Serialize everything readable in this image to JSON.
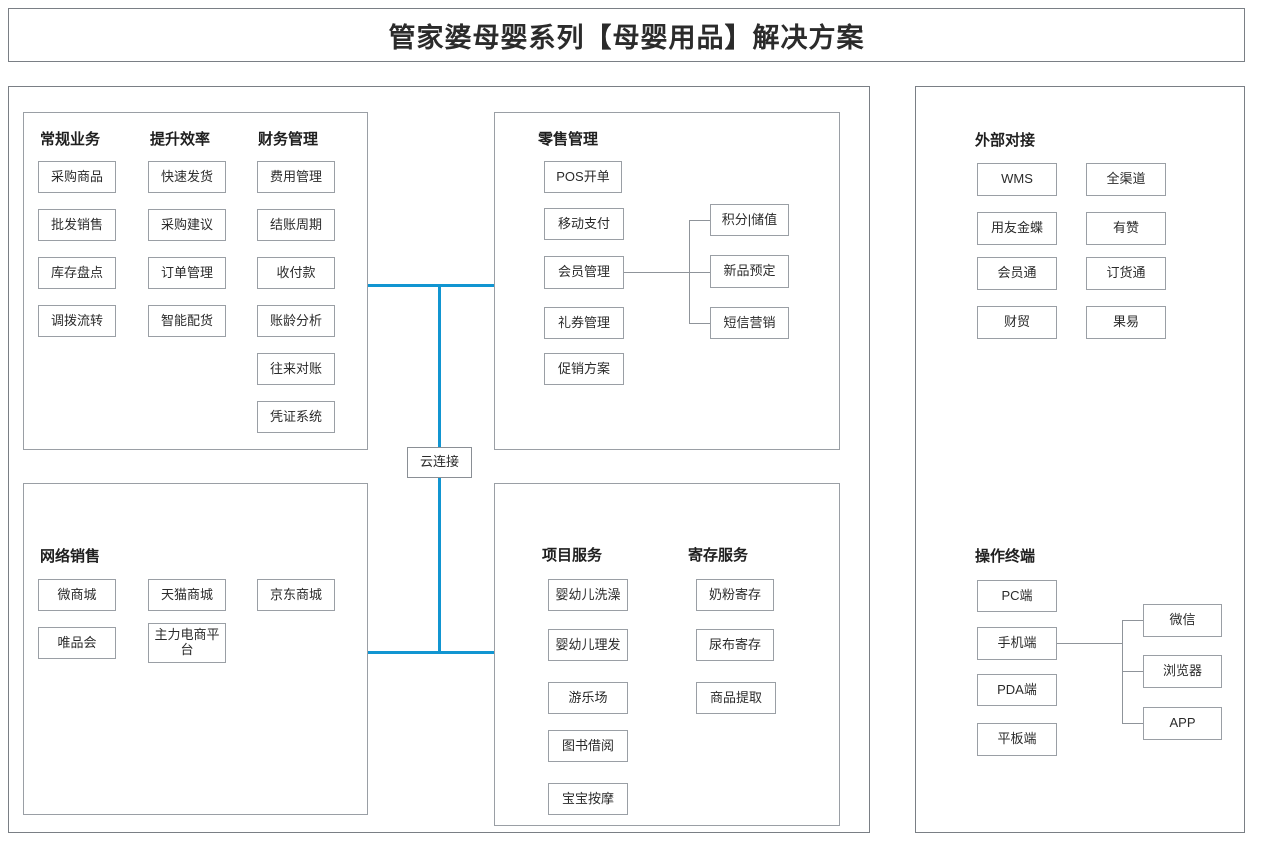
{
  "header": {
    "title": "管家婆母婴系列【母婴用品】解决方案"
  },
  "cloud": {
    "label": "云连接",
    "accent_color": "#1195d1"
  },
  "left_container": {
    "top_panel": {
      "columns": [
        {
          "title": "常规业务",
          "items": [
            "采购商品",
            "批发销售",
            "库存盘点",
            "调拨流转"
          ]
        },
        {
          "title": "提升效率",
          "items": [
            "快速发货",
            "采购建议",
            "订单管理",
            "智能配货"
          ]
        },
        {
          "title": "财务管理",
          "items": [
            "费用管理",
            "结账周期",
            "收付款",
            "账龄分析",
            "往来对账",
            "凭证系统"
          ]
        }
      ]
    },
    "bottom_panel": {
      "title": "网络销售",
      "row1": [
        "微商城",
        "天猫商城",
        "京东商城"
      ],
      "row2": [
        "唯品会",
        "主力电商平台"
      ]
    }
  },
  "middle_container": {
    "top_panel": {
      "title": "零售管理",
      "items": [
        "POS开单",
        "移动支付",
        "会员管理",
        "礼券管理",
        "促销方案"
      ],
      "member_branches": [
        "积分|储值",
        "新品预定",
        "短信营销"
      ]
    },
    "bottom_panel": {
      "columns": [
        {
          "title": "项目服务",
          "items": [
            "婴幼儿洗澡",
            "婴幼儿理发",
            "游乐场",
            "图书借阅",
            "宝宝按摩"
          ]
        },
        {
          "title": "寄存服务",
          "items": [
            "奶粉寄存",
            "尿布寄存",
            "商品提取"
          ]
        }
      ]
    }
  },
  "right_container": {
    "external": {
      "title": "外部对接",
      "col_left": [
        "WMS",
        "用友金蝶",
        "会员通",
        "财贸"
      ],
      "col_right": [
        "全渠道",
        "有赞",
        "订货通",
        "果易"
      ]
    },
    "terminal": {
      "title": "操作终端",
      "items": [
        "PC端",
        "手机端",
        "PDA端",
        "平板端"
      ],
      "mobile_branches": [
        "微信",
        "浏览器",
        "APP"
      ]
    }
  }
}
